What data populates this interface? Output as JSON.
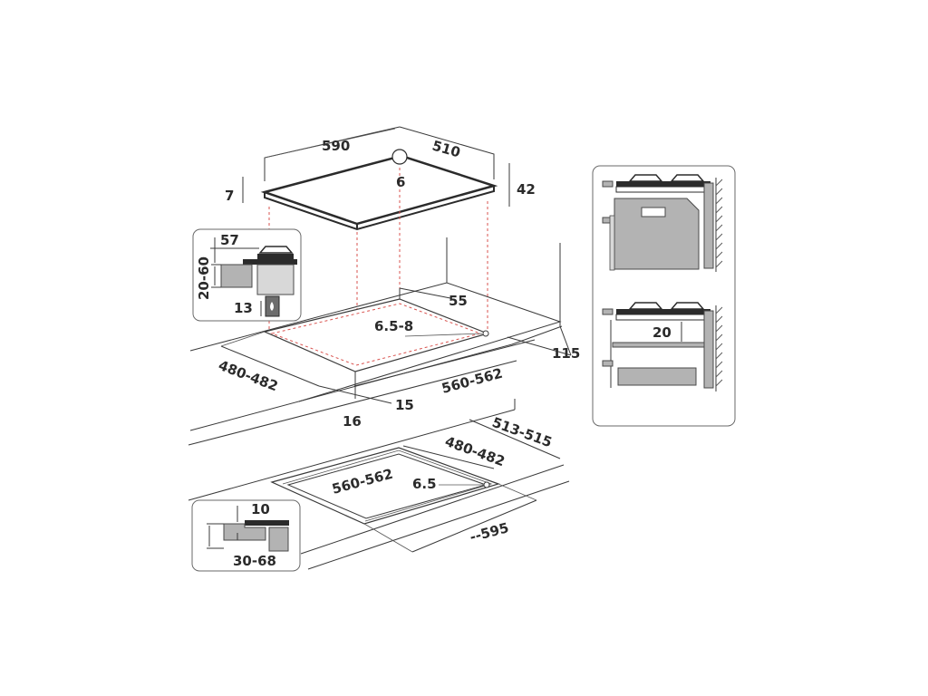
{
  "hob": {
    "width": "590",
    "depth": "510",
    "corner_radius": "6",
    "edge_thickness": "7",
    "height": "42"
  },
  "cutout": {
    "rear_gap": "55",
    "corner_radius": "6.5-8",
    "depth": "480-482",
    "width": "560-562",
    "side_gap": "15",
    "front_gap": "16",
    "right_gap": "115"
  },
  "flush": {
    "outer_depth": "513-515",
    "inner_depth": "480-482",
    "inner_width": "560-562",
    "corner_radius": "6.5",
    "outer_width": "--595"
  },
  "inset_thickness": {
    "label_top": "57",
    "label_side": "20-60",
    "label_bottom": "13"
  },
  "inset_flush": {
    "label_top": "10",
    "label_bottom": "30-68"
  },
  "inset_oven": {
    "gap_label": "20"
  },
  "colors": {
    "line": "#3a3a3a",
    "guide": "#d9534f",
    "fill_grey": "#b3b3b3",
    "dark": "#2b2b2b"
  }
}
